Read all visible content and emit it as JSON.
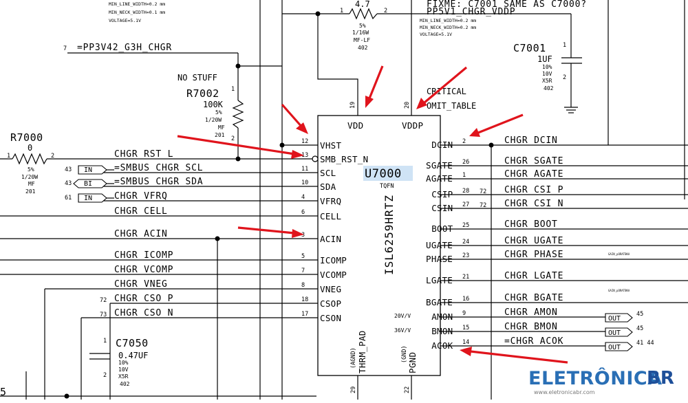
{
  "top_notes": {
    "left_line1": "MIN_LINE_WIDTH=0.2 mm",
    "left_line2": "MIN_NECK_WIDTH=0.1 mm",
    "left_line3": "VOLTAGE=5.1V",
    "right_line1": "MIN_LINE_WIDTH=0.2 mm",
    "right_line2": "MIN_NECK_WIDTH=0.2 mm",
    "right_line3": "VOLTAGE=5.1V",
    "fixme": "FIXME: C7001 SAME AS C7000?",
    "vddp_net": "PP5V1_CHGR_VDDP"
  },
  "resistor_top": {
    "pin1": "1",
    "value": "4.7",
    "pin2": "2",
    "tol": "5%",
    "power": "1/16W",
    "type": "MF-LF",
    "pkg": "402"
  },
  "c7001": {
    "ref": "C7001",
    "pin1": "1",
    "value": "1UF",
    "tol": "10%",
    "volt": "10V",
    "diel": "X5R",
    "pkg": "402",
    "pin2": "2"
  },
  "g3h": {
    "pin": "7",
    "net": "=PP3V42_G3H_CHGR"
  },
  "r7002": {
    "nostuff": "NO STUFF",
    "ref": "R7002",
    "pin1": "1",
    "value": "100K",
    "tol": "5%",
    "power": "1/20W",
    "type": "MF",
    "pkg": "201",
    "pin2": "2"
  },
  "r7000": {
    "ref": "R7000",
    "value": "0",
    "pin1": "1",
    "pin2": "2",
    "tol": "5%",
    "power": "1/20W",
    "type": "MF",
    "pkg": "201"
  },
  "c7050": {
    "ref": "C7050",
    "pin1": "1",
    "value": "0.47UF",
    "tol": "10%",
    "volt": "10V",
    "diel": "X5R",
    "pkg": "402",
    "pin2": "2"
  },
  "chip": {
    "ref": "U7000",
    "pkg": "TQFN",
    "part": "ISL6259HRTZ",
    "vdd": "VDD",
    "vddp": "VDDP",
    "vdd_pin": "19",
    "vddp_pin": "20",
    "critical": "CRITICAL",
    "omit": "OMIT_TABLE",
    "thrm": "THRM_PAD",
    "agnd": "(AGND)",
    "thrm_pin": "29",
    "pgnd": "PGND",
    "gnd": "(GND)",
    "pgnd_pin": "22",
    "amon_gain": "20V/V",
    "bmon_gain": "36V/V"
  },
  "left_pins": [
    {
      "num": "12",
      "name": "VHST",
      "net": ""
    },
    {
      "num": "13",
      "name": "SMB_RST_N",
      "net": "CHGR_RST_L"
    },
    {
      "num": "11",
      "name": "SCL",
      "net": "=SMBUS_CHGR_SCL",
      "tag": "IN",
      "page": "43"
    },
    {
      "num": "10",
      "name": "SDA",
      "net": "=SMBUS_CHGR_SDA",
      "tag": "BI",
      "page": "43"
    },
    {
      "num": "4",
      "name": "VFRQ",
      "net": "CHGR_VFRQ",
      "tag": "IN",
      "page": "61"
    },
    {
      "num": "6",
      "name": "CELL",
      "net": "CHGR_CELL"
    },
    {
      "num": "3",
      "name": "ACIN",
      "net": "CHGR_ACIN"
    },
    {
      "num": "5",
      "name": "ICOMP",
      "net": "CHGR_ICOMP"
    },
    {
      "num": "7",
      "name": "VCOMP",
      "net": "CHGR_VCOMP"
    },
    {
      "num": "8",
      "name": "VNEG",
      "net": "CHGR_VNEG"
    },
    {
      "num": "18",
      "name": "CSOP",
      "net": "CHGR_CSO_P",
      "page": "72"
    },
    {
      "num": "17",
      "name": "CSON",
      "net": "CHGR_CSO_N",
      "page": "73"
    }
  ],
  "right_pins": [
    {
      "num": "2",
      "name": "DCIN",
      "net": "CHGR_DCIN"
    },
    {
      "num": "26",
      "name": "SGATE",
      "net": "CHGR_SGATE"
    },
    {
      "num": "1",
      "name": "AGATE",
      "net": "CHGR_AGATE"
    },
    {
      "num": "28",
      "name": "CSIP",
      "net": "CHGR_CSI_P",
      "page": "72"
    },
    {
      "num": "27",
      "name": "CSIN",
      "net": "CHGR_CSI_N",
      "page": "72"
    },
    {
      "num": "25",
      "name": "BOOT",
      "net": "CHGR_BOOT"
    },
    {
      "num": "24",
      "name": "UGATE",
      "net": "CHGR_UGATE"
    },
    {
      "num": "23",
      "name": "PHASE",
      "net": "CHGR_PHASE"
    },
    {
      "num": "21",
      "name": "LGATE",
      "net": "CHGR_LGATE"
    },
    {
      "num": "16",
      "name": "BGATE",
      "net": "CHGR_BGATE"
    },
    {
      "num": "9",
      "name": "AMON",
      "net": "CHGR_AMON",
      "tag": "OUT",
      "page": "45"
    },
    {
      "num": "15",
      "name": "BMON",
      "net": "CHGR_BMON",
      "tag": "OUT",
      "page": "45"
    },
    {
      "num": "14",
      "name": "ACOK",
      "net": "=CHGR_ACOK",
      "tag": "OUT",
      "page": "41 44"
    }
  ],
  "edge_left_digit": "5",
  "watermark": {
    "brand": "ELETRÔNICA",
    "br": "BR",
    "url": "www.eletronicabr.com"
  },
  "colors": {
    "arrow": "#e0141c",
    "refHighlight": "#cfe3f5",
    "watermarkBlue": "#2a6fb5"
  }
}
